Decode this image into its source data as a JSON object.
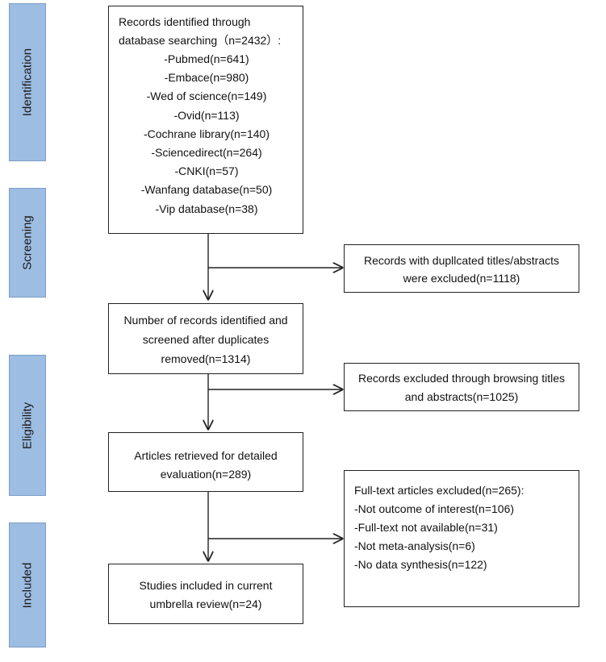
{
  "phases": {
    "identification": "Identification",
    "screening": "Screening",
    "eligibility": "Eligibility",
    "included": "Included"
  },
  "boxes": {
    "identified": {
      "title": "Records identified through database searching（n=2432）:",
      "sources": [
        "-Pubmed(n=641)",
        "-Embace(n=980)",
        "-Wed of science(n=149)",
        "-Ovid(n=113)",
        "-Cochrane library(n=140)",
        "-Sciencedirect(n=264)",
        "-CNKI(n=57)",
        "-Wanfang database(n=50)",
        "-Vip database(n=38)"
      ]
    },
    "duplicates_excluded": "Records with dupllcated titles/abstracts were excluded(n=1118)",
    "screened": "Number of records identified and screened after duplicates removed(n=1314)",
    "browsing_excluded": "Records excluded through browsing titles and abstracts(n=1025)",
    "retrieved": "Articles retrieved for detailed evaluation(n=289)",
    "fulltext_excluded": {
      "title": "Full-text articles excluded(n=265):",
      "reasons": [
        "-Not outcome of interest(n=106)",
        "-Full-text not available(n=31)",
        "-Not meta-analysis(n=6)",
        "-No data synthesis(n=122)"
      ]
    },
    "included": "Studies included in current umbrella review(n=24)"
  }
}
